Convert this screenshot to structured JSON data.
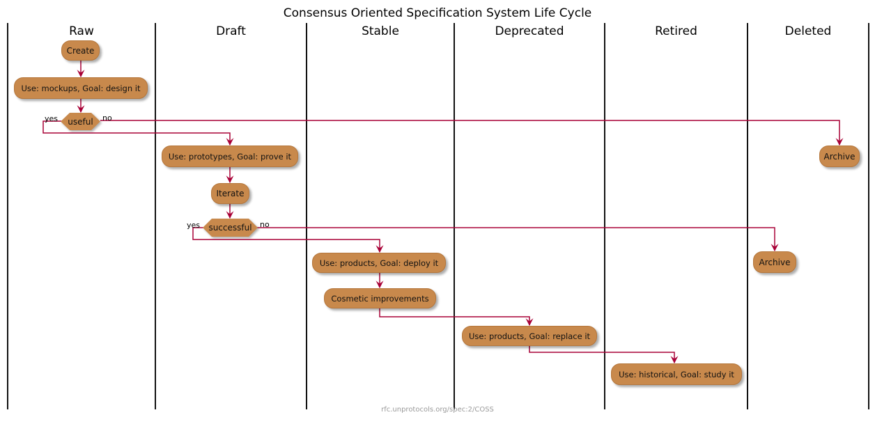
{
  "title": "Consensus Oriented Specification System Life Cycle",
  "footer": "rfc.unprotocols.org/spec:2/COSS",
  "lanes": [
    {
      "label": "Raw"
    },
    {
      "label": "Draft"
    },
    {
      "label": "Stable"
    },
    {
      "label": "Deprecated"
    },
    {
      "label": "Retired"
    },
    {
      "label": "Deleted"
    }
  ],
  "nodes": {
    "create": {
      "label": "Create",
      "lane": "Raw"
    },
    "mockups": {
      "label": "Use: mockups, Goal: design it",
      "lane": "Raw"
    },
    "useful": {
      "label": "useful",
      "yes_label": "yes",
      "no_label": "no",
      "lane": "Raw"
    },
    "prototypes": {
      "label": "Use: prototypes, Goal: prove it",
      "lane": "Draft"
    },
    "iterate": {
      "label": "Iterate",
      "lane": "Draft"
    },
    "successful": {
      "label": "successful",
      "yes_label": "yes",
      "no_label": "no",
      "lane": "Draft"
    },
    "deploy": {
      "label": "Use: products, Goal: deploy it",
      "lane": "Stable"
    },
    "cosmetic": {
      "label": "Cosmetic improvements",
      "lane": "Stable"
    },
    "replace": {
      "label": "Use: products, Goal: replace it",
      "lane": "Deprecated"
    },
    "historical": {
      "label": "Use: historical, Goal: study it",
      "lane": "Retired"
    },
    "archive_retired": {
      "label": "Archive",
      "lane": "Retired"
    },
    "archive_deleted": {
      "label": "Archive",
      "lane": "Deleted"
    }
  },
  "colors": {
    "node_fill": "#C8894C",
    "node_border": "#B5763B",
    "arrow": "#A80036",
    "lane_line": "#111111",
    "footer_text": "#999999"
  }
}
